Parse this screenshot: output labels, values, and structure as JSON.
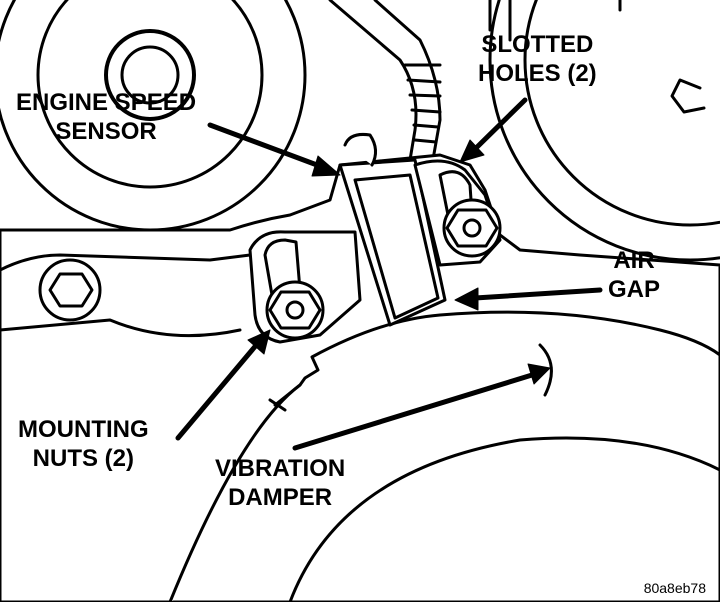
{
  "labels": {
    "engine_speed_sensor": [
      "ENGINE SPEED",
      "SENSOR"
    ],
    "slotted_holes": [
      "SLOTTED",
      "HOLES (2)"
    ],
    "air_gap": [
      "AIR",
      "GAP"
    ],
    "mounting_nuts": [
      "MOUNTING",
      "NUTS (2)"
    ],
    "vibration_damper": [
      "VIBRATION",
      "DAMPER"
    ]
  },
  "figure_code": "80a8eb78",
  "colors": {
    "ink": "#000000",
    "paper": "#ffffff"
  }
}
